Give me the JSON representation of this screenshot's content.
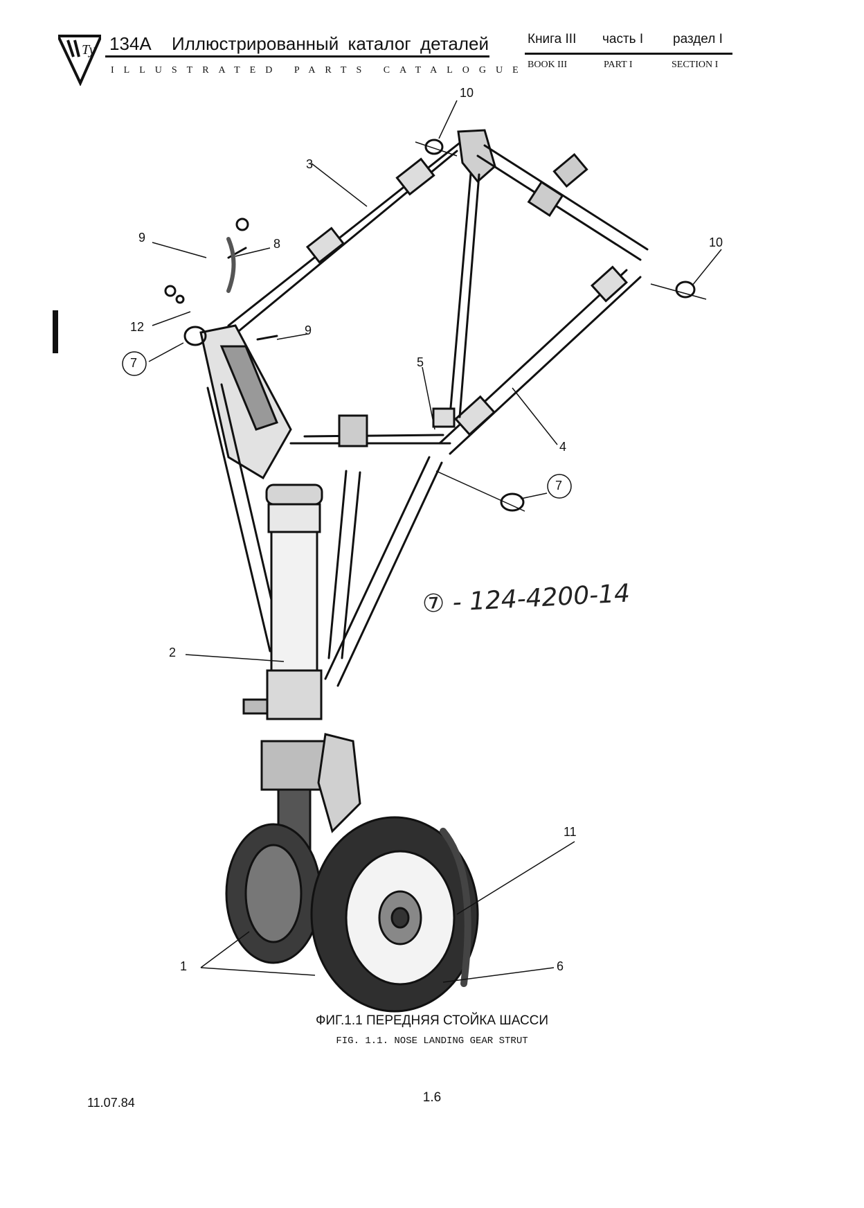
{
  "header": {
    "model": "134A",
    "title_ru": "Иллюстрированный каталог деталей",
    "title_en": "ILLUSTRATED PARTS CATALOGUE",
    "book_ru": "Книга III",
    "part_ru": "часть I",
    "section_ru": "раздел I",
    "book_en": "BOOK III",
    "part_en": "PART I",
    "section_en": "SECTION I"
  },
  "callouts": {
    "c1": "1",
    "c2": "2",
    "c3": "3",
    "c4": "4",
    "c5": "5",
    "c6": "6",
    "c7a": "7",
    "c7b": "7",
    "c8": "8",
    "c9a": "9",
    "c9b": "9",
    "c10a": "10",
    "c10b": "10",
    "c11": "11",
    "c12": "12"
  },
  "handwritten_note": "⑦ - 124-4200-14",
  "caption": {
    "ru": "ФИГ.1.1 ПЕРЕДНЯЯ СТОЙКА ШАССИ",
    "en": "FIG. 1.1. NOSE LANDING GEAR STRUT"
  },
  "footer": {
    "date": "11.07.84",
    "page": "1.6"
  },
  "icons": [
    "tupolev-logo",
    "nose-landing-gear-drawing"
  ]
}
